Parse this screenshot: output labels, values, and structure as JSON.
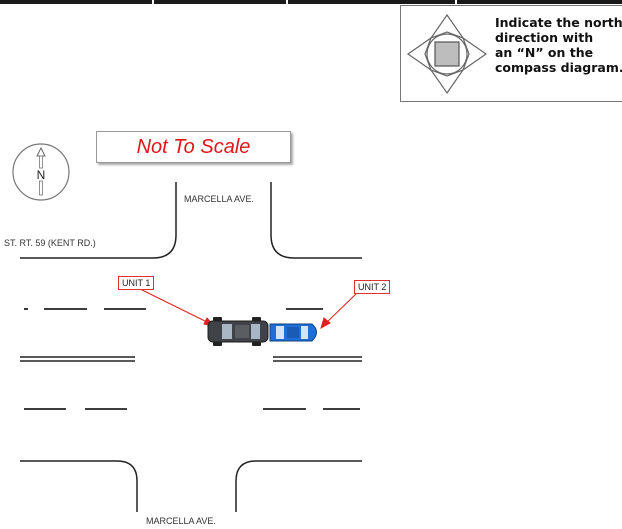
{
  "compass_instruction": "Indicate the north\ndirection with\nan “N” on the\ncompass diagram.",
  "scale_note": "Not To Scale",
  "north_symbol": "N",
  "streets": {
    "north": "MARCELLA AVE.",
    "south": "MARCELLA AVE.",
    "west": "ST. RT. 59 (KENT RD.)"
  },
  "units": {
    "unit1": "UNIT 1",
    "unit2": "UNIT 2"
  },
  "colors": {
    "unit1_vehicle": "#3f4246",
    "unit2_vehicle": "#1f6fd6",
    "callout": "#e02020",
    "scale_text": "#e0161b"
  }
}
